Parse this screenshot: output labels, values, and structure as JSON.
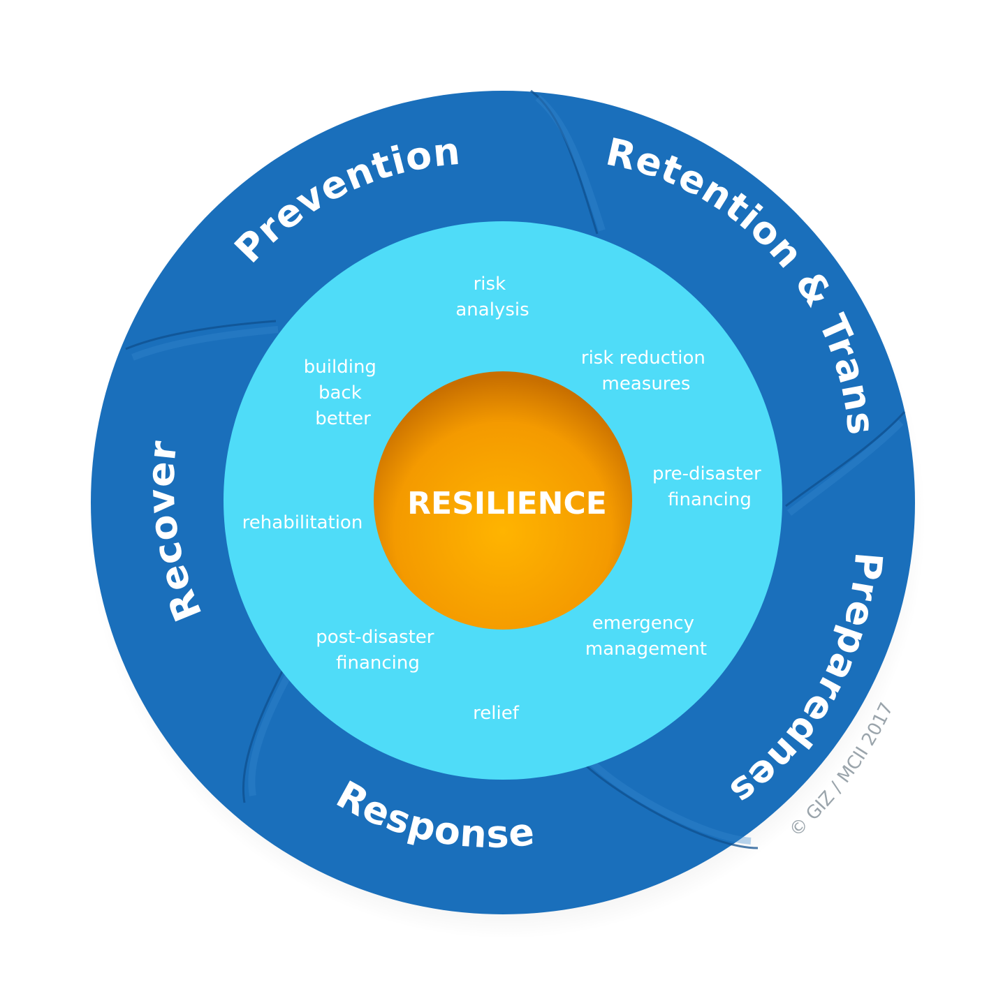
{
  "center": {
    "label": "RESILIENCE"
  },
  "phases": [
    {
      "key": "prevention",
      "label": "Prevention"
    },
    {
      "key": "retention",
      "label": "Retention & Transfer"
    },
    {
      "key": "preparedness",
      "label": "Preparedness"
    },
    {
      "key": "response",
      "label": "Response"
    },
    {
      "key": "recovery",
      "label": "Recovery"
    }
  ],
  "activities": [
    {
      "key": "risk-analysis",
      "lines": [
        "risk",
        "analysis"
      ]
    },
    {
      "key": "risk-reduction",
      "lines": [
        "risk reduction",
        "measures"
      ]
    },
    {
      "key": "pre-disaster-financing",
      "lines": [
        "pre-disaster",
        "financing"
      ]
    },
    {
      "key": "emergency-management",
      "lines": [
        "emergency",
        "management"
      ]
    },
    {
      "key": "relief",
      "lines": [
        "relief"
      ]
    },
    {
      "key": "post-disaster-financing",
      "lines": [
        "post-disaster",
        "financing"
      ]
    },
    {
      "key": "rehabilitation",
      "lines": [
        "rehabilitation"
      ]
    },
    {
      "key": "building-back-better",
      "lines": [
        "building",
        "back",
        "better"
      ]
    }
  ],
  "copyright": "© GIZ / MCII 2017",
  "colors": {
    "outer_ring": "#1a6fbb",
    "outer_ring_dark": "#135a9c",
    "inner_ring": "#4fdcf8",
    "core_light": "#ffb300",
    "core_dark": "#e88a00",
    "text": "#ffffff",
    "copyright": "#9aa4ab"
  }
}
